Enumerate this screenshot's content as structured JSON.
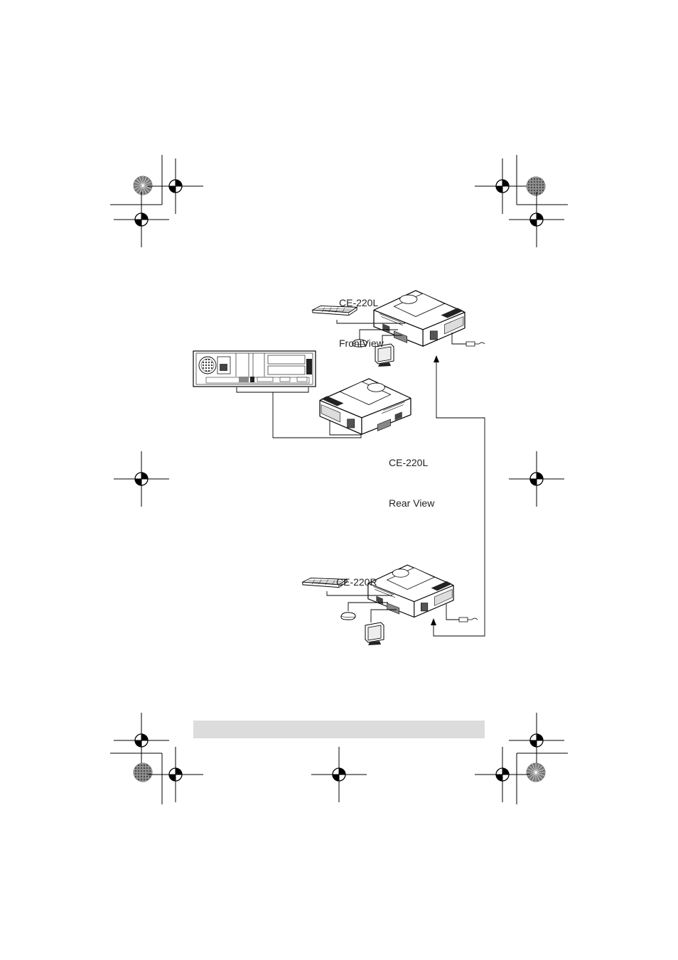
{
  "labels": {
    "front_view": [
      "CE-220L",
      "FrontView"
    ],
    "rear_view": [
      "CE-220L",
      "Rear View"
    ],
    "remote": [
      "CE-220R"
    ]
  },
  "colors": {
    "ink": "#231f20",
    "footer_bar": "#dcdcdc",
    "rosette_dark": "#555555"
  }
}
